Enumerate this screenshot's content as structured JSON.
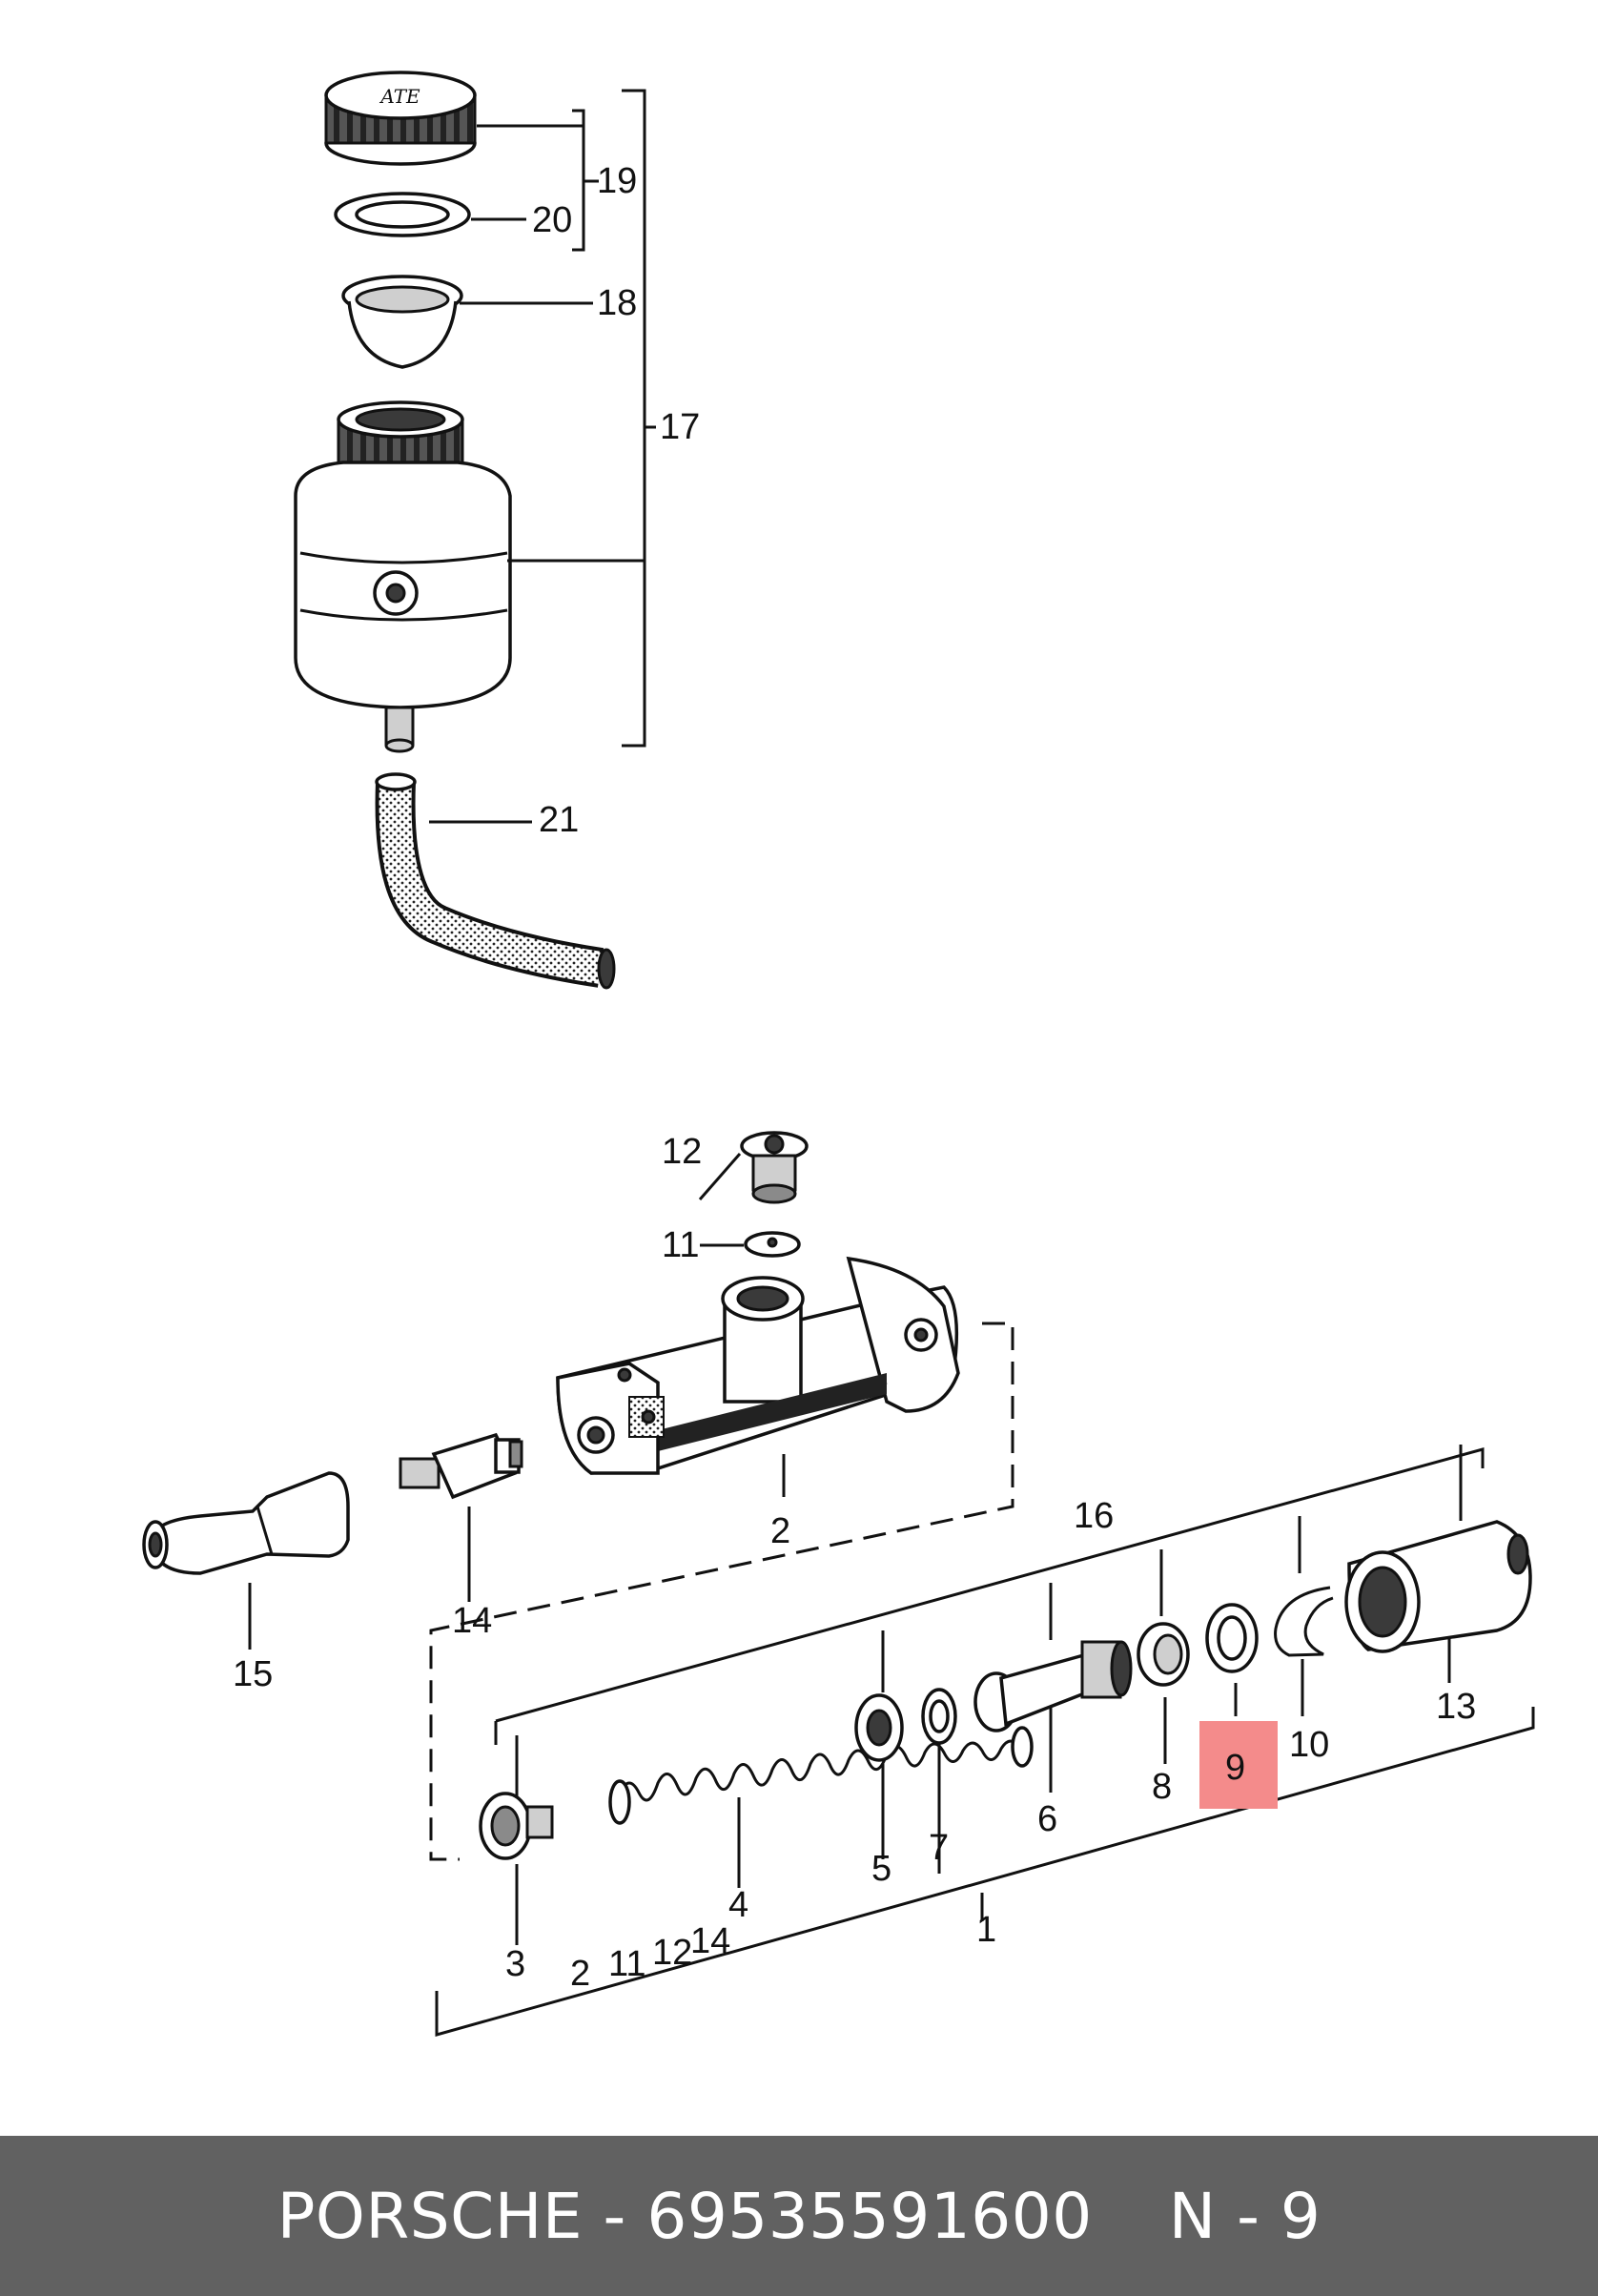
{
  "callouts": {
    "c1": "1",
    "c2": "2",
    "c3": "3",
    "c4": "4",
    "c5": "5",
    "c6": "6",
    "c7": "7",
    "c8": "8",
    "c9": "9",
    "c10": "10",
    "c11": "11",
    "c12": "12",
    "c13": "13",
    "c14": "14",
    "c15": "15",
    "c16": "16",
    "c17": "17",
    "c18": "18",
    "c19": "19",
    "c20": "20",
    "c21": "21"
  },
  "bottom_group_list": {
    "l2": "2",
    "l11": "11",
    "l12": "12",
    "l14": "14"
  },
  "cap_logo": "ATE",
  "highlight": {
    "label": "9",
    "color": "#f48b8b"
  },
  "footer": {
    "brand": "PORSCHE",
    "separator": "-",
    "part_number": "69535591600",
    "position_ref": "N - 9"
  }
}
